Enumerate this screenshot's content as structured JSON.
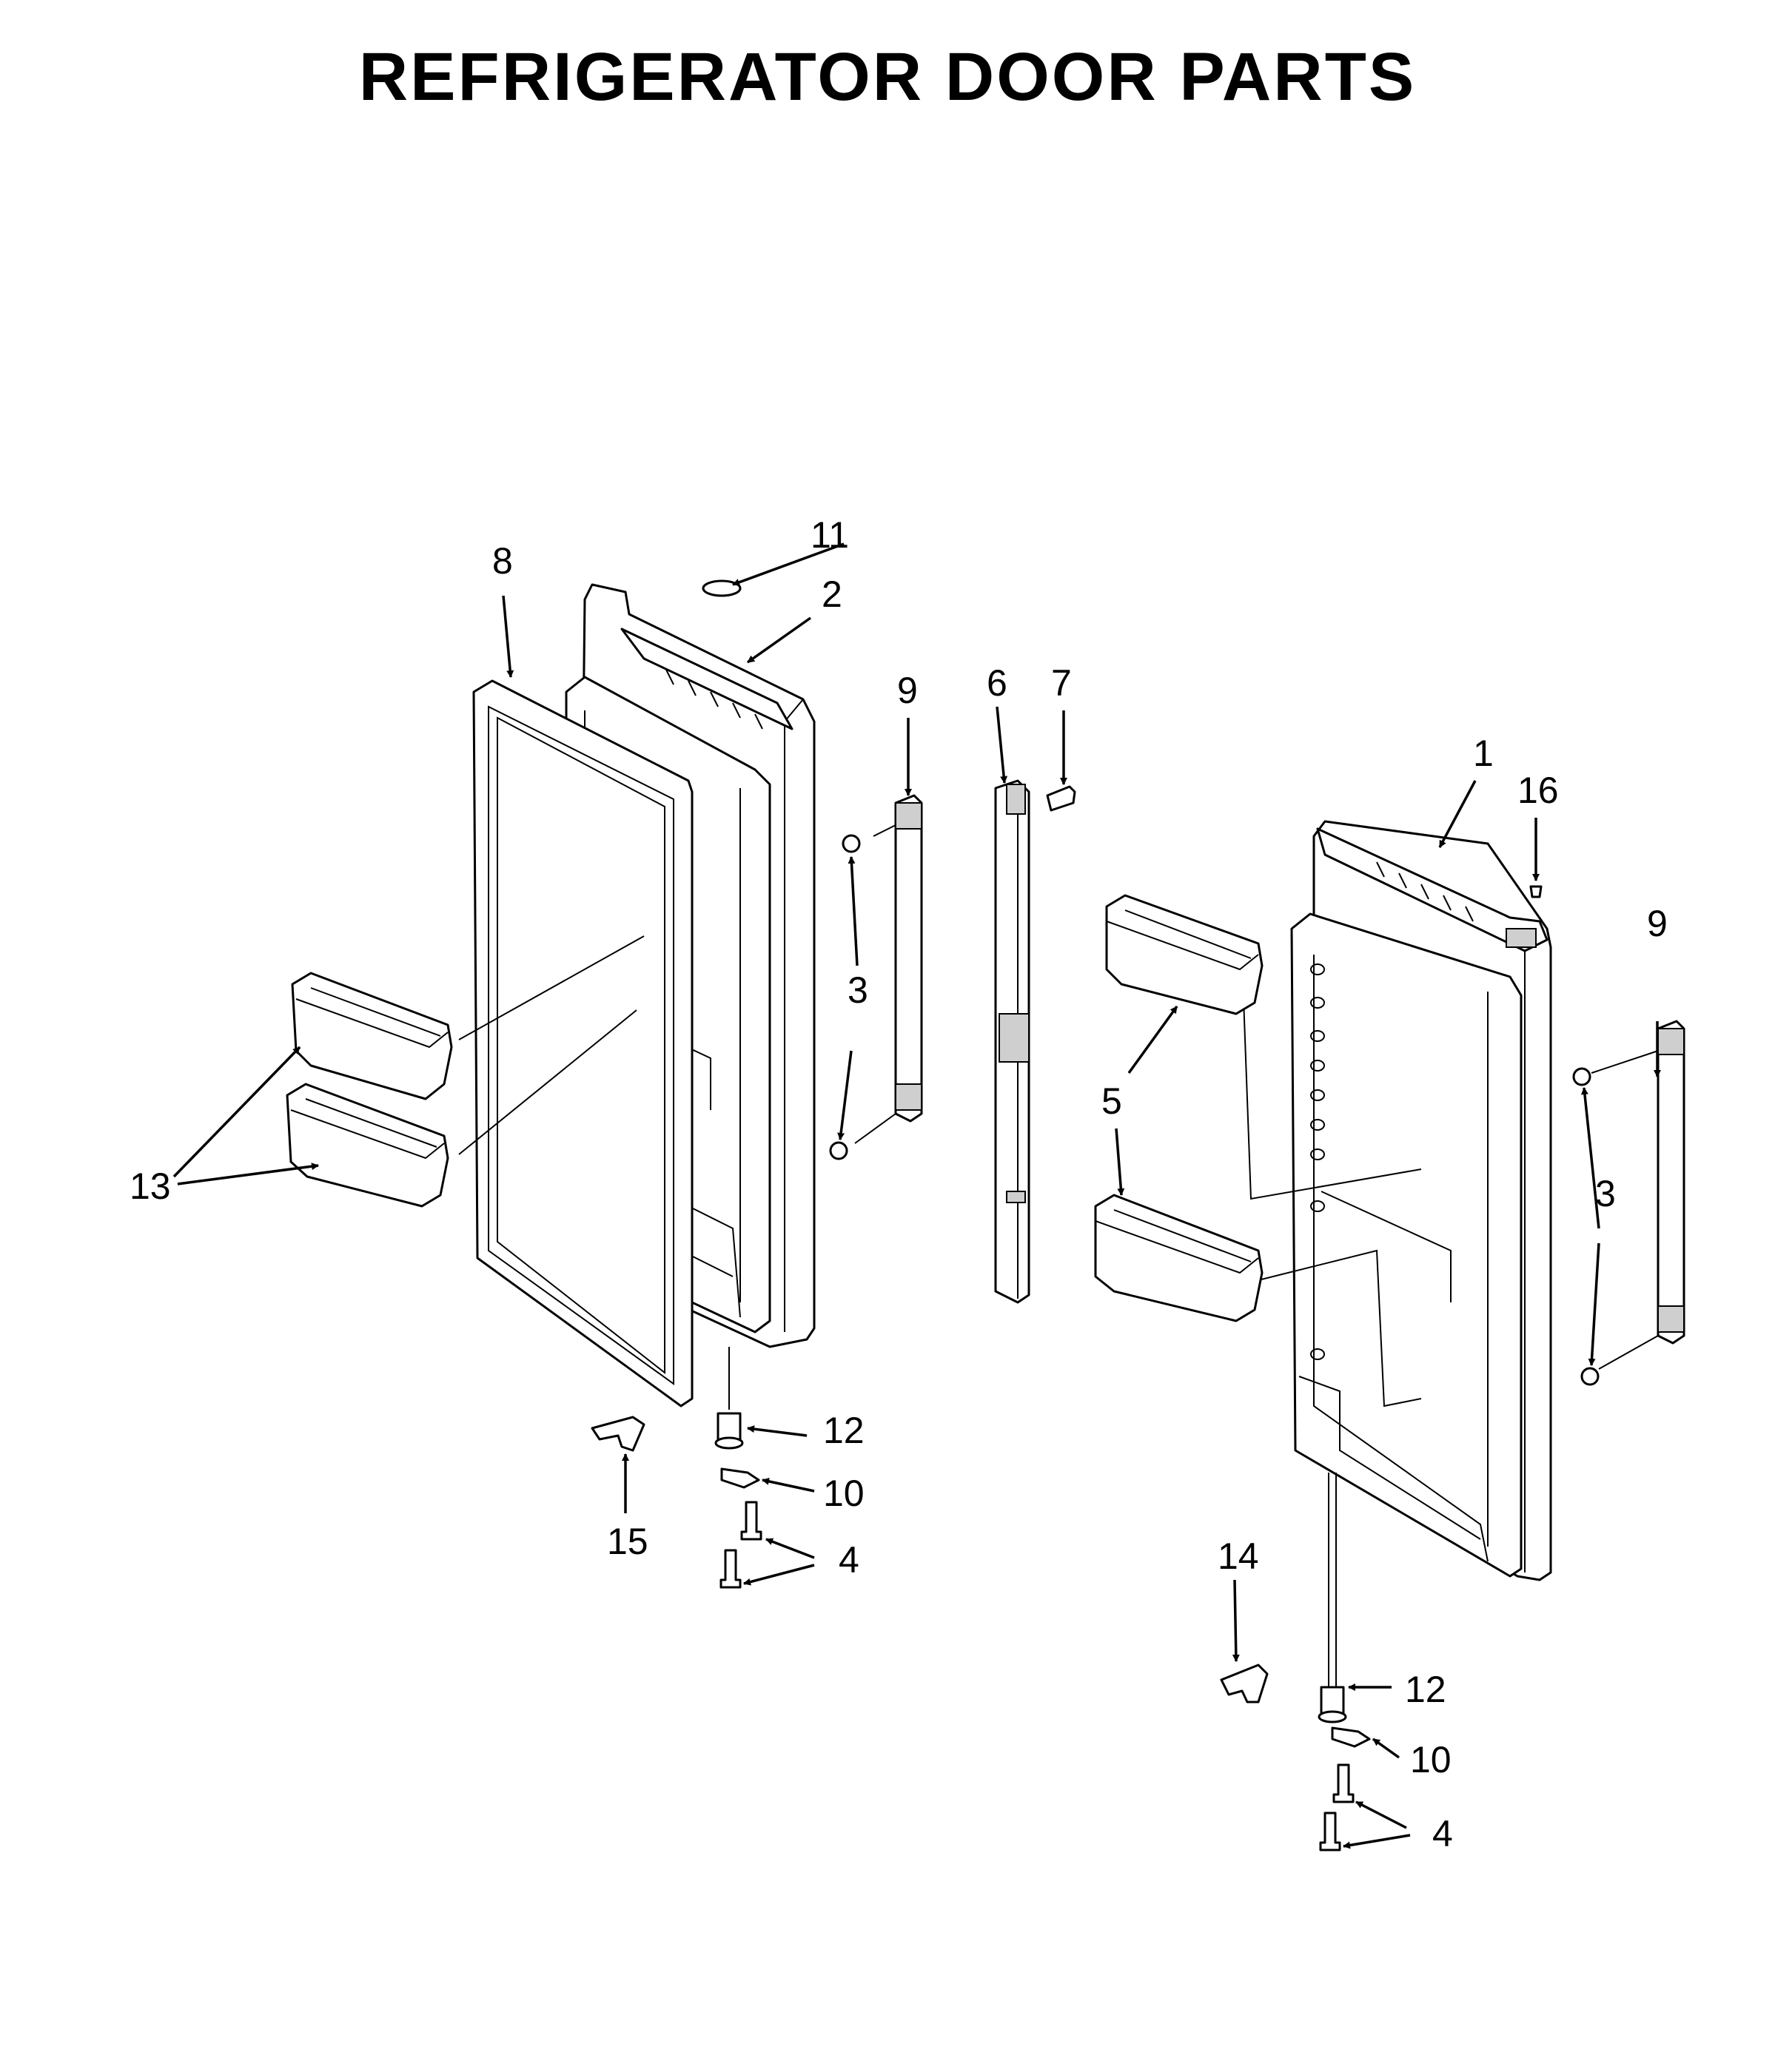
{
  "title": "REFRIGERATOR DOOR PARTS",
  "callouts": [
    {
      "id": "c1",
      "label": "1"
    },
    {
      "id": "c2",
      "label": "2"
    },
    {
      "id": "c3a",
      "label": "3"
    },
    {
      "id": "c3b",
      "label": "3"
    },
    {
      "id": "c4a",
      "label": "4"
    },
    {
      "id": "c4b",
      "label": "4"
    },
    {
      "id": "c5",
      "label": "5"
    },
    {
      "id": "c6",
      "label": "6"
    },
    {
      "id": "c7",
      "label": "7"
    },
    {
      "id": "c8",
      "label": "8"
    },
    {
      "id": "c9a",
      "label": "9"
    },
    {
      "id": "c9b",
      "label": "9"
    },
    {
      "id": "c10a",
      "label": "10"
    },
    {
      "id": "c10b",
      "label": "10"
    },
    {
      "id": "c11",
      "label": "11"
    },
    {
      "id": "c12a",
      "label": "12"
    },
    {
      "id": "c12b",
      "label": "12"
    },
    {
      "id": "c13",
      "label": "13"
    },
    {
      "id": "c14",
      "label": "14"
    },
    {
      "id": "c15",
      "label": "15"
    },
    {
      "id": "c16",
      "label": "16"
    }
  ]
}
